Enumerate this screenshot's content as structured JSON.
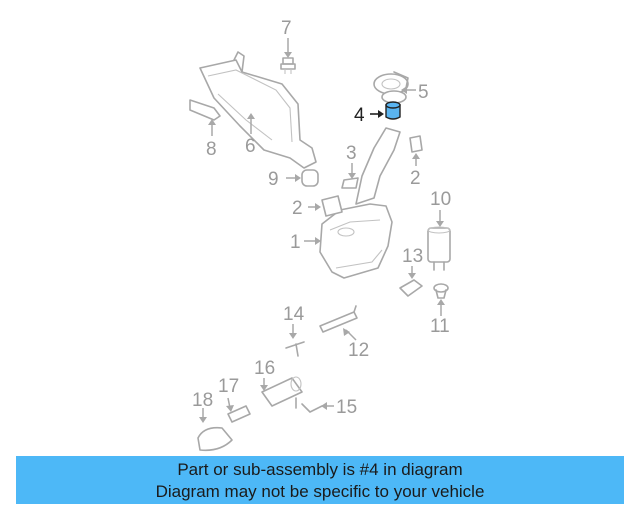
{
  "labels": {
    "p1": "1",
    "p2a": "2",
    "p2b": "2",
    "p3": "3",
    "p4": "4",
    "p5": "5",
    "p6": "6",
    "p7": "7",
    "p8": "8",
    "p9": "9",
    "p10": "10",
    "p11": "11",
    "p12": "12",
    "p13": "13",
    "p14": "14",
    "p15": "15",
    "p16": "16",
    "p17": "17",
    "p18": "18"
  },
  "highlight": {
    "part": "4",
    "color": "#5ab4f0"
  },
  "caption": {
    "line1": "Part or sub-assembly is #4 in diagram",
    "line2": "Diagram may not be specific to your vehicle",
    "background": "#4db8f7"
  }
}
